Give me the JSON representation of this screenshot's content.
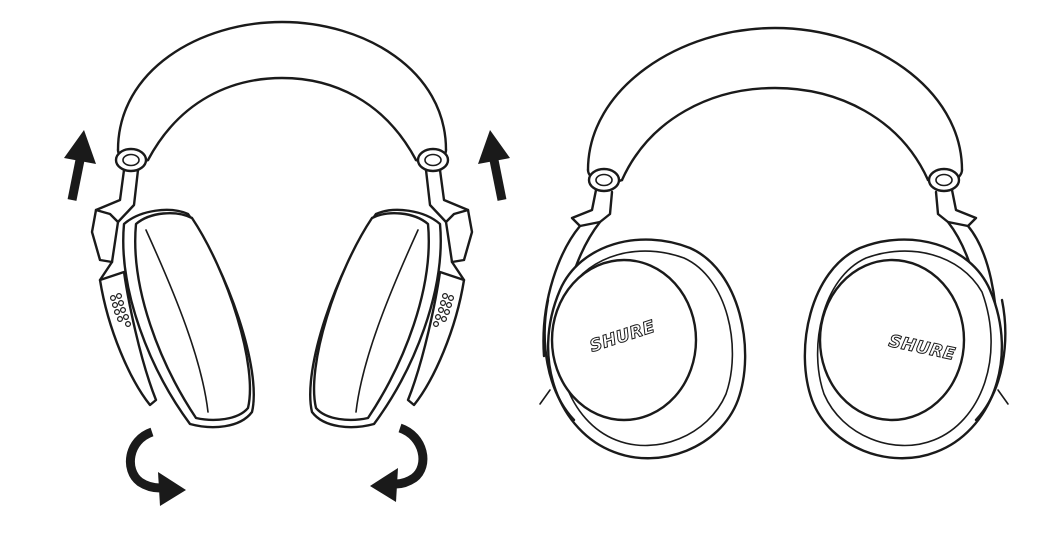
{
  "figure": {
    "left_headphones": {
      "arrows": [
        "arrow-up-left",
        "arrow-up-right",
        "rotate-arrow-left",
        "rotate-arrow-right"
      ]
    },
    "right_headphones": {
      "brand_left_cup": "SHURE",
      "brand_right_cup": "SHURE"
    }
  },
  "colors": {
    "line": "#1a1a1a",
    "background": "#ffffff"
  }
}
